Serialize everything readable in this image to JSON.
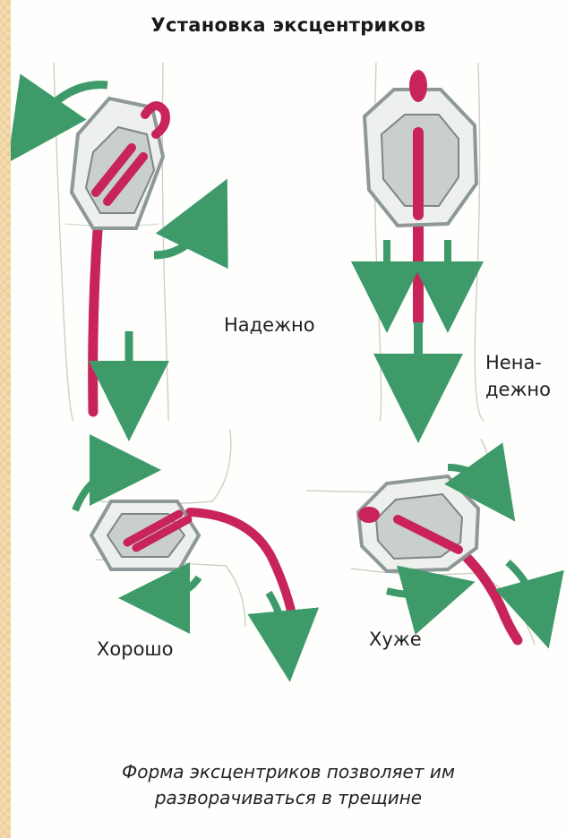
{
  "title": "Установка эксцентриков",
  "labels": {
    "reliable": "Надежно",
    "unreliable_line1": "Нена-",
    "unreliable_line2": "дежно",
    "good": "Хорошо",
    "worse": "Хуже"
  },
  "caption": {
    "line1": "Форма эксцентриков позволяет им",
    "line2": "разворачиваться в трещине"
  },
  "colors": {
    "rope": "#c8245a",
    "arrow": "#3f9a6a",
    "metal": "#9aa4a4",
    "rock_line": "#c8c8c0"
  },
  "icons": [
    "hex-chock-icon",
    "rope-icon",
    "rotation-arrow-icon",
    "downward-arrow-icon"
  ]
}
